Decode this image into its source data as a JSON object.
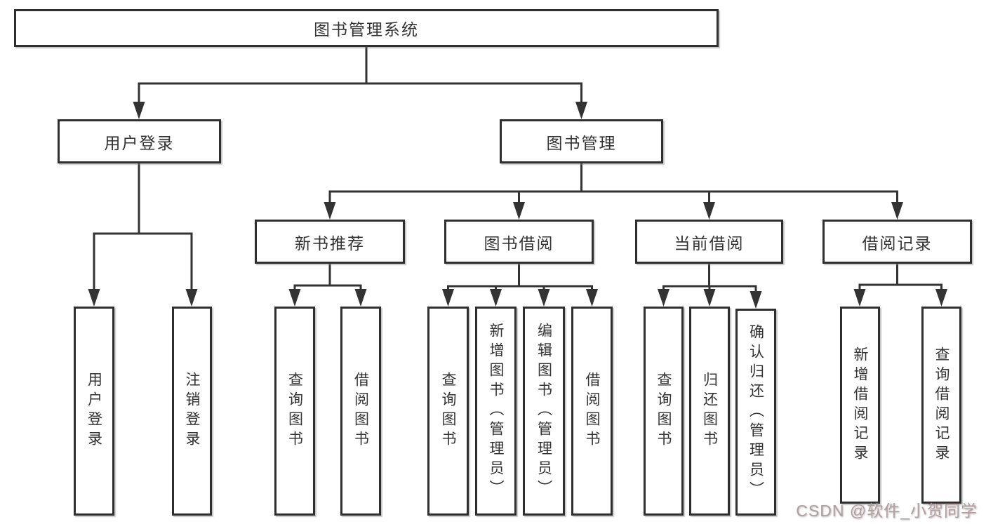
{
  "diagram": {
    "watermark": "CSDN @软件_小贺同学",
    "colors": {
      "line": "#333333",
      "box_border": "#2f2f2f",
      "box_fill": "#ffffff",
      "text": "#333333",
      "watermark": "#af9898"
    },
    "nodes": [
      {
        "id": "root",
        "label": "图书管理系统",
        "parent": null
      },
      {
        "id": "user-login-group",
        "label": "用户登录",
        "parent": "root"
      },
      {
        "id": "book-mgmt",
        "label": "图书管理",
        "parent": "root"
      },
      {
        "id": "user-login",
        "label": "用户登录",
        "parent": "user-login-group"
      },
      {
        "id": "logout",
        "label": "注销登录",
        "parent": "user-login-group"
      },
      {
        "id": "new-book-rec",
        "label": "新书推荐",
        "parent": "book-mgmt"
      },
      {
        "id": "book-borrow",
        "label": "图书借阅",
        "parent": "book-mgmt"
      },
      {
        "id": "current-borrow",
        "label": "当前借阅",
        "parent": "book-mgmt"
      },
      {
        "id": "borrow-records",
        "label": "借阅记录",
        "parent": "book-mgmt"
      },
      {
        "id": "rec-query-book",
        "label": "查询图书",
        "parent": "new-book-rec"
      },
      {
        "id": "rec-borrow-book",
        "label": "借阅图书",
        "parent": "new-book-rec"
      },
      {
        "id": "borrow-query-book",
        "label": "查询图书",
        "parent": "book-borrow"
      },
      {
        "id": "borrow-add-book",
        "label": "新增图书（管理员）",
        "parent": "book-borrow"
      },
      {
        "id": "borrow-edit-book",
        "label": "编辑图书（管理员）",
        "parent": "book-borrow"
      },
      {
        "id": "borrow-borrow-book",
        "label": "借阅图书",
        "parent": "book-borrow"
      },
      {
        "id": "cur-query-book",
        "label": "查询图书",
        "parent": "current-borrow"
      },
      {
        "id": "cur-return-book",
        "label": "归还图书",
        "parent": "current-borrow"
      },
      {
        "id": "cur-confirm-return",
        "label": "确认归还（管理员）",
        "parent": "current-borrow"
      },
      {
        "id": "rec2-add-record",
        "label": "新增借阅记录",
        "parent": "borrow-records"
      },
      {
        "id": "rec2-query-record",
        "label": "查询借阅记录",
        "parent": "borrow-records"
      }
    ]
  }
}
